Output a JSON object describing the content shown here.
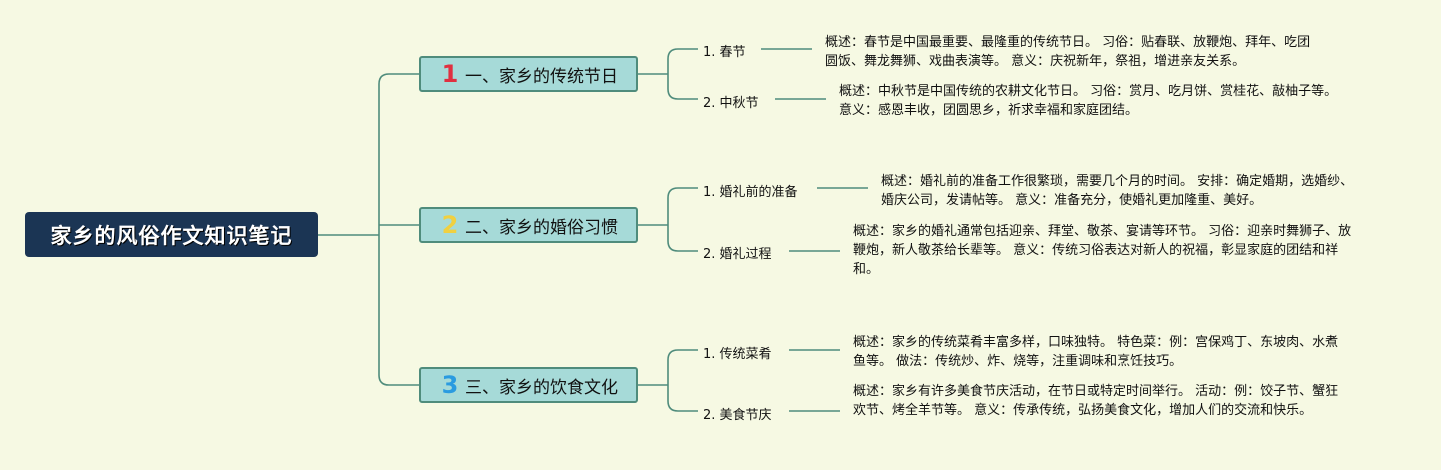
{
  "root": {
    "title": "家乡的风俗作文知识笔记"
  },
  "colors": {
    "root_bg": "#1b3554",
    "branch_bg": "#a6dad8",
    "line": "#4f8c7c",
    "badge1": "#e03040",
    "badge2": "#f0d040",
    "badge3": "#2a9be0"
  },
  "branches": [
    {
      "badge": "1",
      "title": "一、家乡的传统节日",
      "subs": [
        {
          "label": "1. 春节",
          "desc": "概述：春节是中国最重要、最隆重的传统节日。 习俗：贴春联、放鞭炮、拜年、吃团圆饭、舞龙舞狮、戏曲表演等。 意义：庆祝新年，祭祖，增进亲友关系。"
        },
        {
          "label": "2. 中秋节",
          "desc": "概述：中秋节是中国传统的农耕文化节日。 习俗：赏月、吃月饼、赏桂花、敲柚子等。 意义：感恩丰收，团圆思乡，祈求幸福和家庭团结。"
        }
      ]
    },
    {
      "badge": "2",
      "title": "二、家乡的婚俗习惯",
      "subs": [
        {
          "label": "1. 婚礼前的准备",
          "desc": "概述：婚礼前的准备工作很繁琐，需要几个月的时间。 安排：确定婚期，选婚纱、婚庆公司，发请帖等。 意义：准备充分，使婚礼更加隆重、美好。"
        },
        {
          "label": "2. 婚礼过程",
          "desc": "概述：家乡的婚礼通常包括迎亲、拜堂、敬茶、宴请等环节。 习俗：迎亲时舞狮子、放鞭炮，新人敬茶给长辈等。 意义：传统习俗表达对新人的祝福，彰显家庭的团结和祥和。"
        }
      ]
    },
    {
      "badge": "3",
      "title": "三、家乡的饮食文化",
      "subs": [
        {
          "label": "1. 传统菜肴",
          "desc": "概述：家乡的传统菜肴丰富多样，口味独特。 特色菜：例：宫保鸡丁、东坡肉、水煮鱼等。 做法：传统炒、炸、烧等，注重调味和烹饪技巧。"
        },
        {
          "label": "2. 美食节庆",
          "desc": "概述：家乡有许多美食节庆活动，在节日或特定时间举行。 活动：例：饺子节、蟹狂欢节、烤全羊节等。 意义：传承传统，弘扬美食文化，增加人们的交流和快乐。"
        }
      ]
    }
  ]
}
